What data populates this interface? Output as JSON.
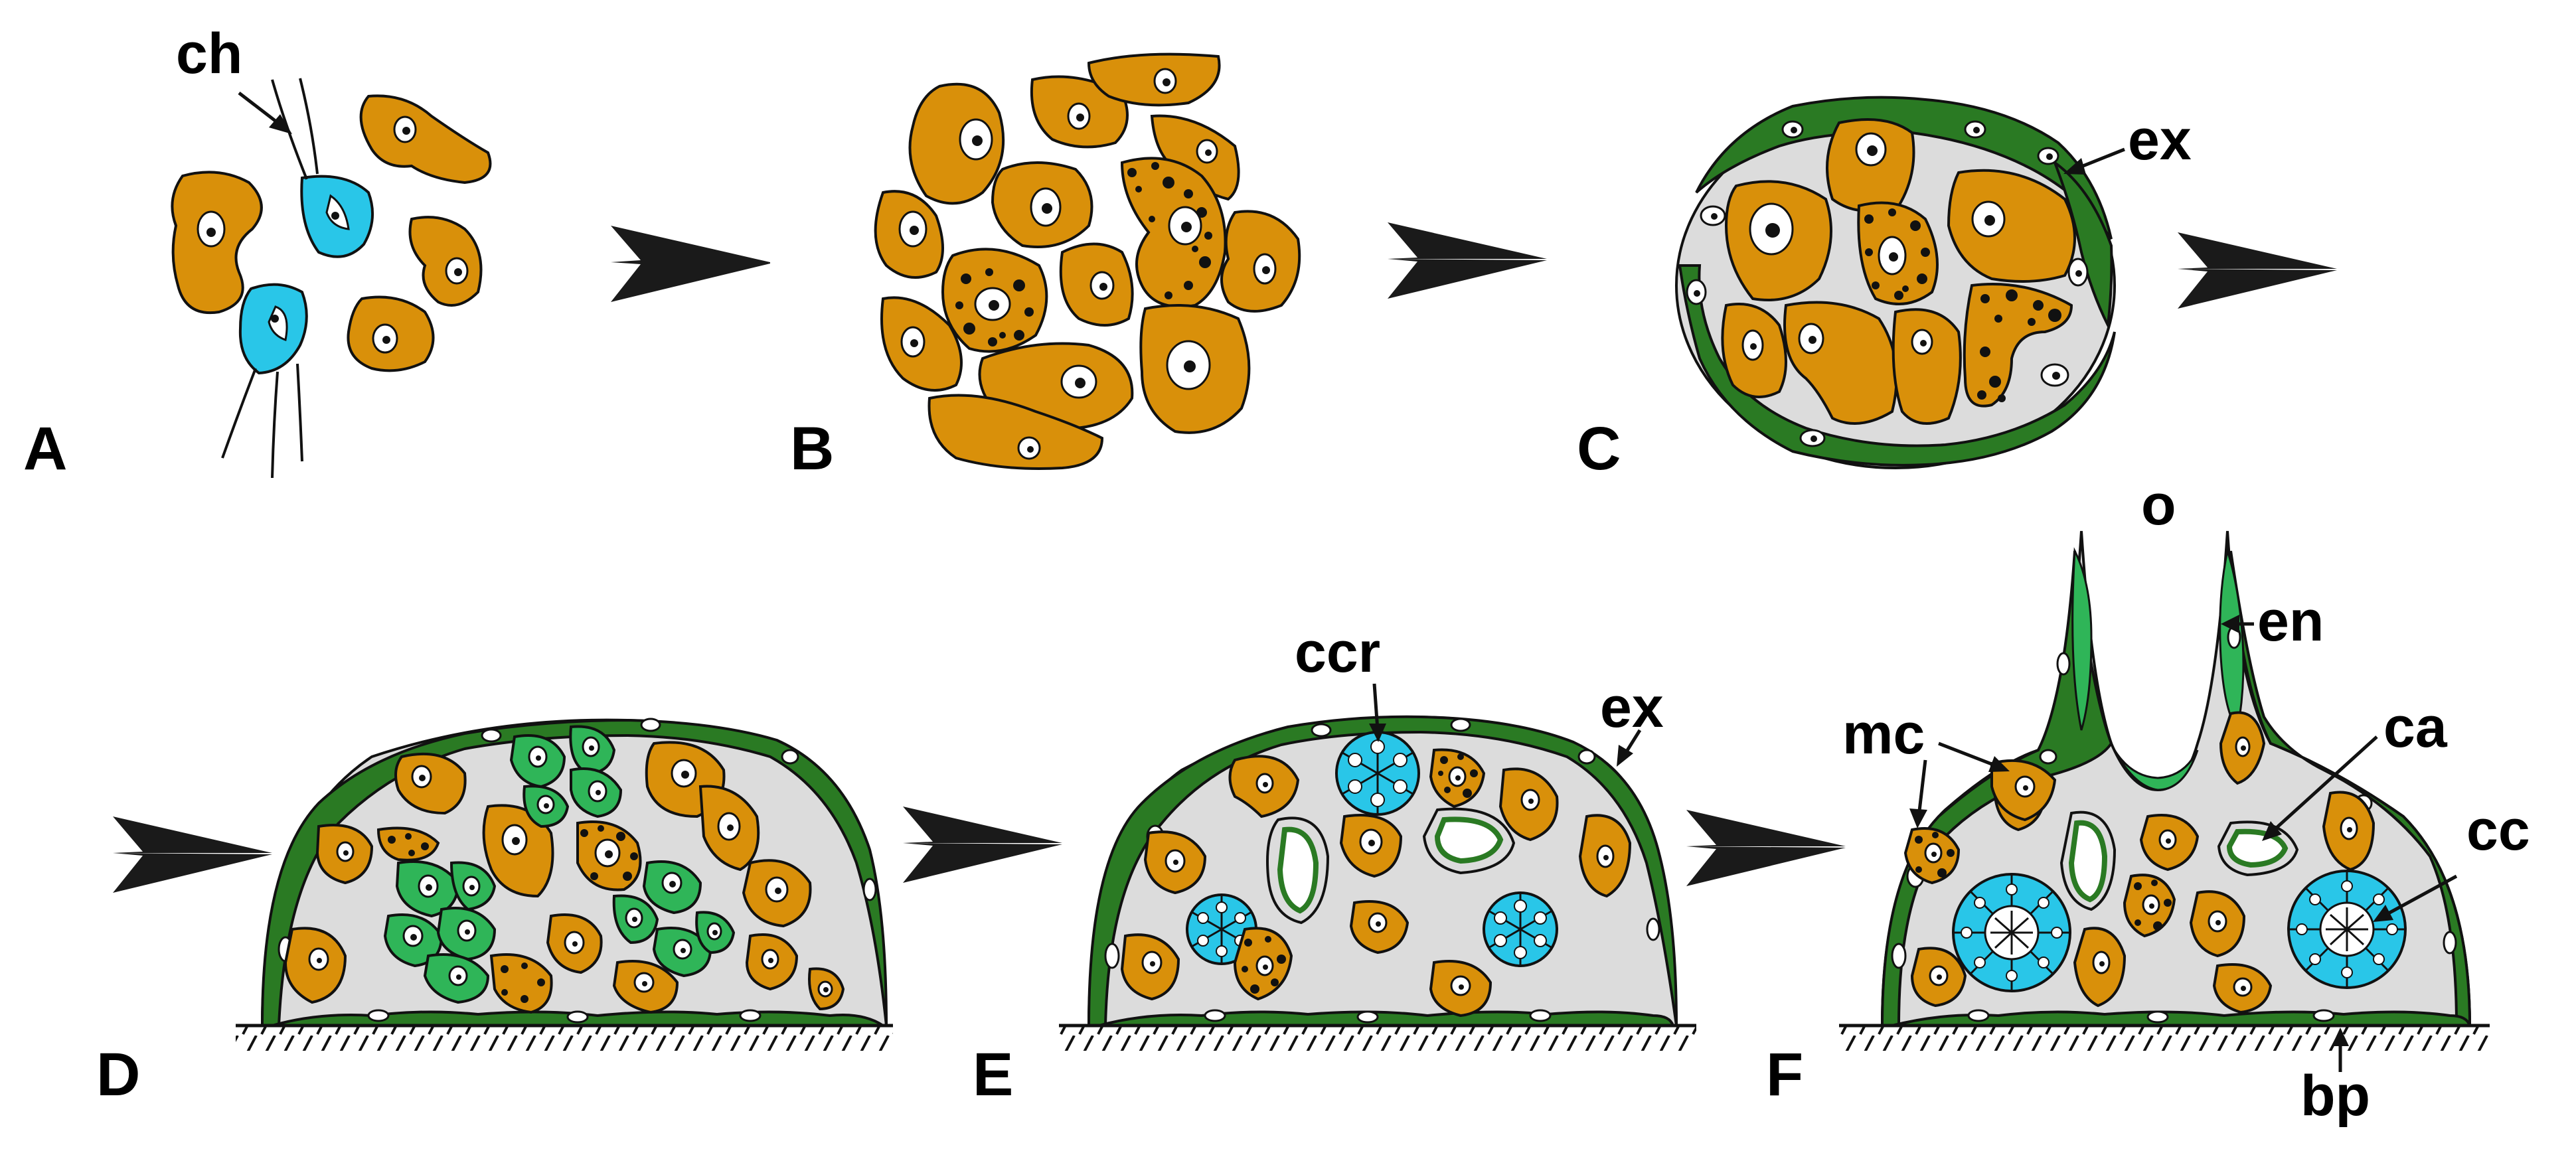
{
  "panels": [
    "A",
    "B",
    "C",
    "D",
    "E",
    "F"
  ],
  "labels": {
    "ch": "ch",
    "ex_c": "ex",
    "ex_e": "ex",
    "ccr": "ccr",
    "o": "o",
    "en": "en",
    "mc": "mc",
    "ca": "ca",
    "cc": "cc",
    "bp": "bp"
  },
  "colors": {
    "amoebocyte": "#D9900A",
    "choanocyte": "#29C6E8",
    "exopinacocyte": "#2A7A23",
    "sclerocyte": "#2FB558",
    "mesohyl": "#DCDCDC",
    "outline": "#111111",
    "arrow": "#1A1A1A"
  }
}
